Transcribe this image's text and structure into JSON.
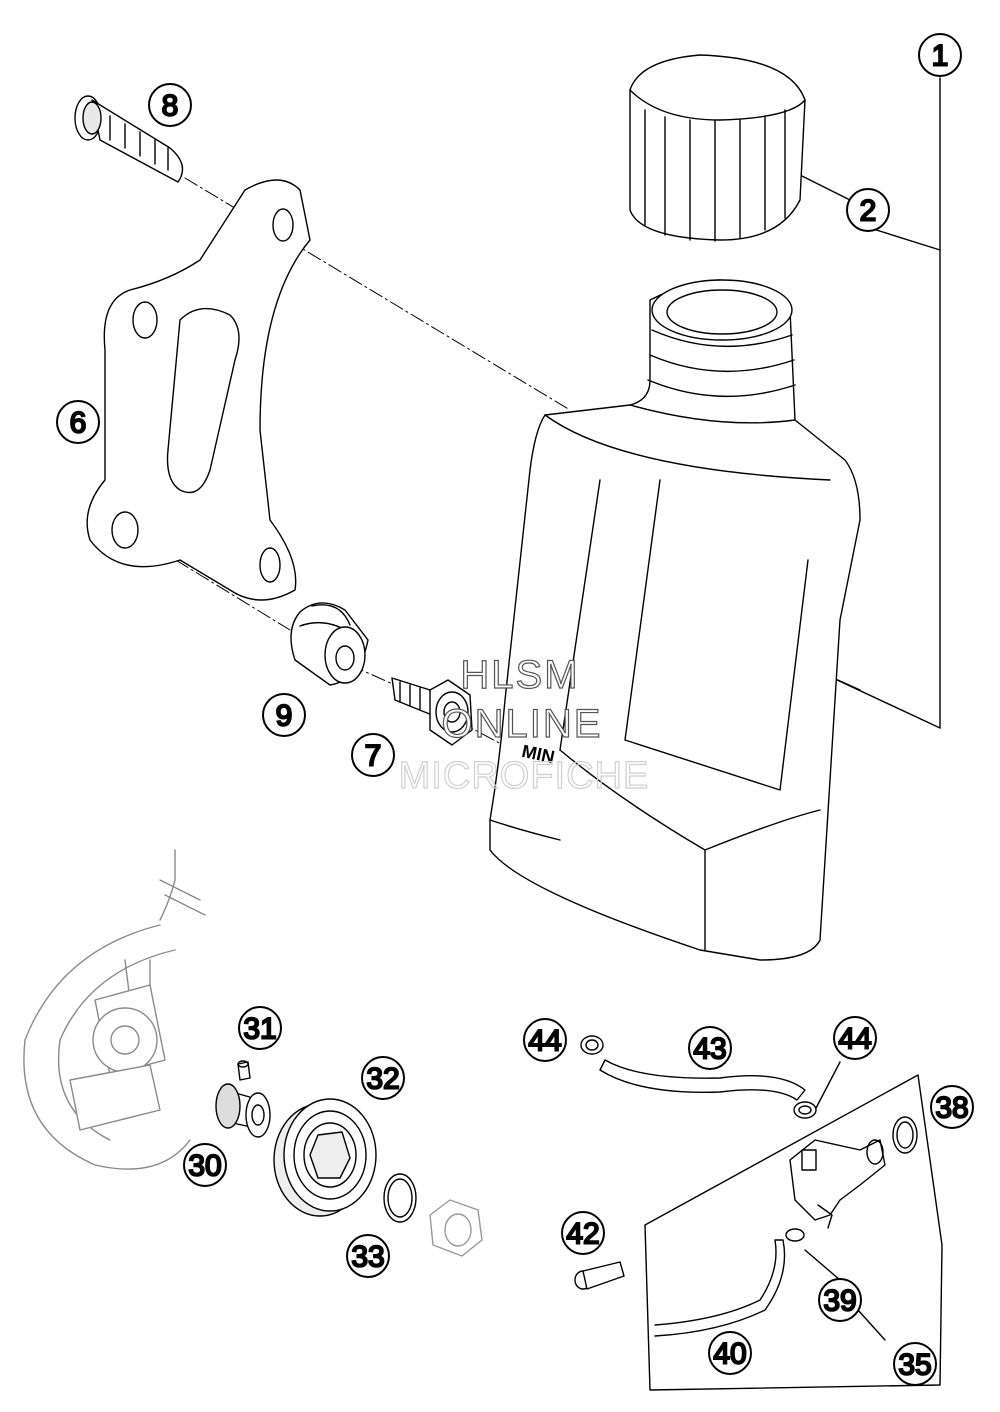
{
  "callouts": [
    {
      "id": "c1",
      "label": "1"
    },
    {
      "id": "c2",
      "label": "2"
    },
    {
      "id": "c6",
      "label": "6"
    },
    {
      "id": "c7",
      "label": "7"
    },
    {
      "id": "c8",
      "label": "8"
    },
    {
      "id": "c9",
      "label": "9"
    },
    {
      "id": "c30",
      "label": "30"
    },
    {
      "id": "c31",
      "label": "31"
    },
    {
      "id": "c32",
      "label": "32"
    },
    {
      "id": "c33",
      "label": "33"
    },
    {
      "id": "c35",
      "label": "35"
    },
    {
      "id": "c38",
      "label": "38"
    },
    {
      "id": "c39",
      "label": "39"
    },
    {
      "id": "c40",
      "label": "40"
    },
    {
      "id": "c42",
      "label": "42"
    },
    {
      "id": "c43",
      "label": "43"
    },
    {
      "id": "c44a",
      "label": "44"
    },
    {
      "id": "c44b",
      "label": "44"
    }
  ],
  "tank_marking": "MIN",
  "watermark": {
    "line1": "HLSM",
    "line2": "ONLINE",
    "line3": "MICROFICHE"
  }
}
